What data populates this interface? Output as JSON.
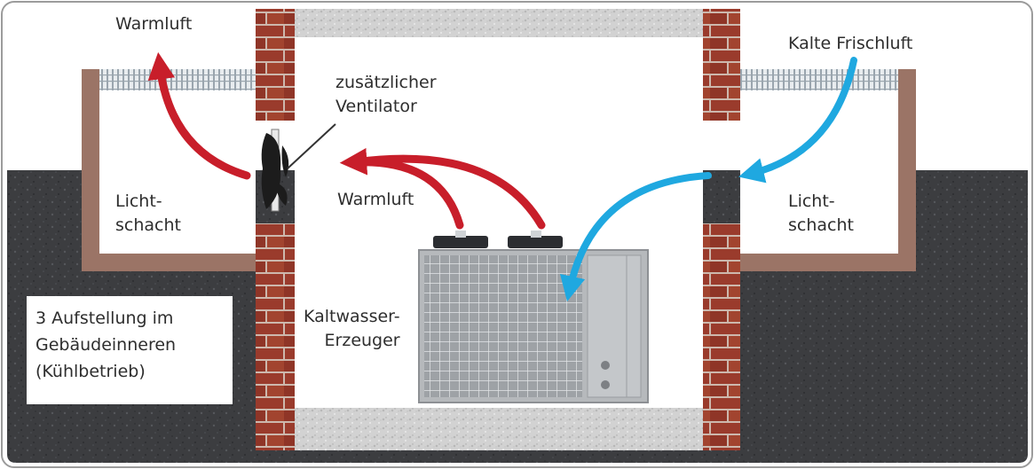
{
  "labels": {
    "warmluft_top": "Warmluft",
    "kalte_frischluft": "Kalte Frischluft",
    "ventilator_line1": "zusätzlicher",
    "ventilator_line2": "Ventilator",
    "warmluft_mid": "Warmluft",
    "lichtschacht_left_line1": "Licht-",
    "lichtschacht_left_line2": "schacht",
    "lichtschacht_right_line1": "Licht-",
    "lichtschacht_right_line2": "schacht",
    "erzeuger_line1": "Kaltwasser-",
    "erzeuger_line2": "Erzeuger"
  },
  "caption": {
    "line1": "3 Aufstellung im",
    "line2": "Gebäudeinneren",
    "line3": "(Kühlbetrieb)"
  },
  "colors": {
    "warm_air_arrow": "#c81e2a",
    "cold_air_arrow": "#1fa8e0",
    "ground": "#3c3d40",
    "brick": "#9a3b2c",
    "gravel": "#cfcfcf",
    "shaft_wall": "#9b7466",
    "grille": "#a9b3bc",
    "unit_body": "#b6b9bc"
  },
  "icons": {
    "fan": "fan-icon",
    "unit": "chiller-unit-icon"
  }
}
